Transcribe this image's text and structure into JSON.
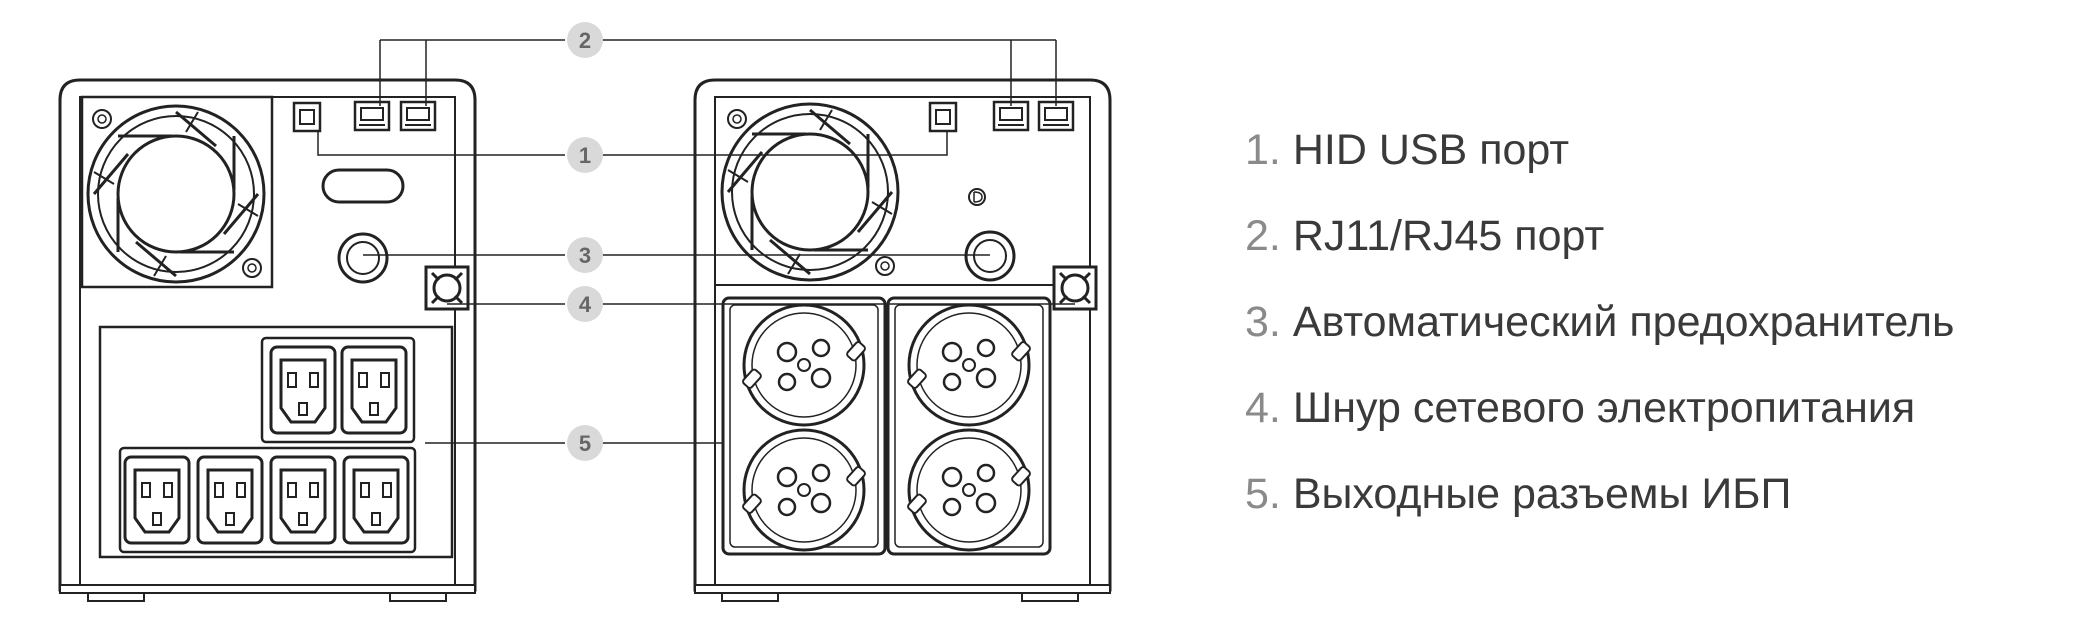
{
  "legend": [
    {
      "num": "1.",
      "text": "HID USB порт"
    },
    {
      "num": "2.",
      "text": "RJ11/RJ45 порт"
    },
    {
      "num": "3.",
      "text": "Автоматический предохранитель"
    },
    {
      "num": "4.",
      "text": "Шнур сетевого электропитания"
    },
    {
      "num": "5.",
      "text": "Выходные разъемы ИБП"
    }
  ],
  "callouts": [
    "1",
    "2",
    "3",
    "4",
    "5"
  ],
  "colors": {
    "line": "#222222",
    "callout_fill": "#d9d9d9",
    "callout_text": "#666666",
    "legend_num": "#8a8a8a",
    "legend_text": "#3a3a3a"
  }
}
